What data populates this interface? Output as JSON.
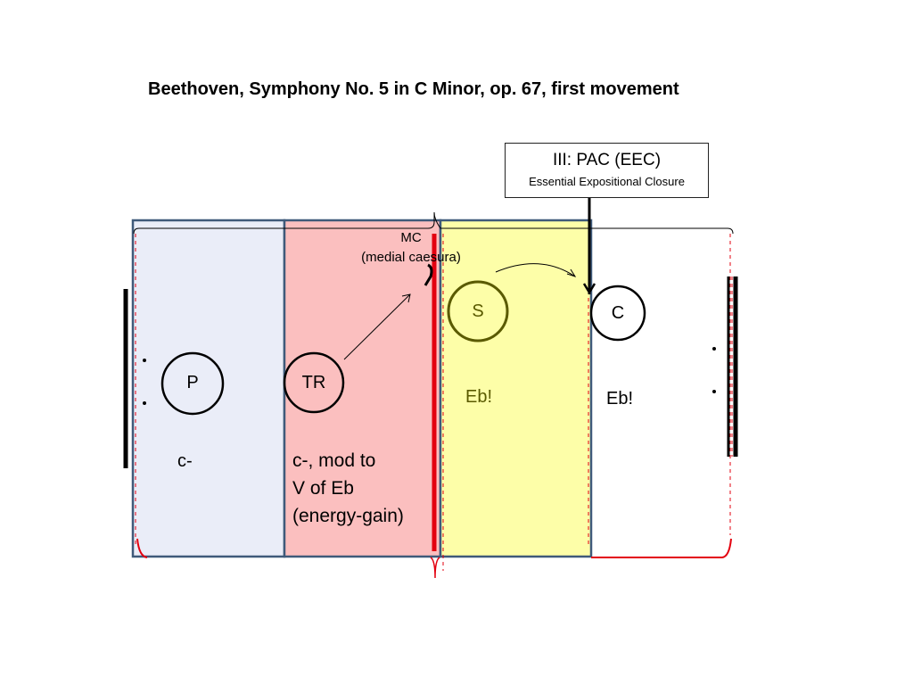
{
  "title": "Beethoven, Symphony No. 5 in C Minor, op. 67, first movement",
  "eec": {
    "title": "III: PAC (EEC)",
    "subtitle": "Essential Expositional Closure"
  },
  "mc": {
    "line1": "MC",
    "line2": "(medial caesura)"
  },
  "zones": {
    "p": {
      "label": "P",
      "key": "c-",
      "color": "#eaedf8"
    },
    "tr": {
      "label": "TR",
      "key_lines": [
        "c-, mod to",
        "V of Eb",
        "(energy-gain)"
      ],
      "color": "#fbbfbf"
    },
    "s": {
      "label": "S",
      "key": "Eb!",
      "color": "#fdfea8",
      "text_color": "#5a5a00"
    },
    "c": {
      "label": "C",
      "key": "Eb!",
      "color": "#ffffff"
    }
  },
  "colors": {
    "frame": "#3f5a7a",
    "accent_red": "#e3000f",
    "black": "#000000"
  }
}
